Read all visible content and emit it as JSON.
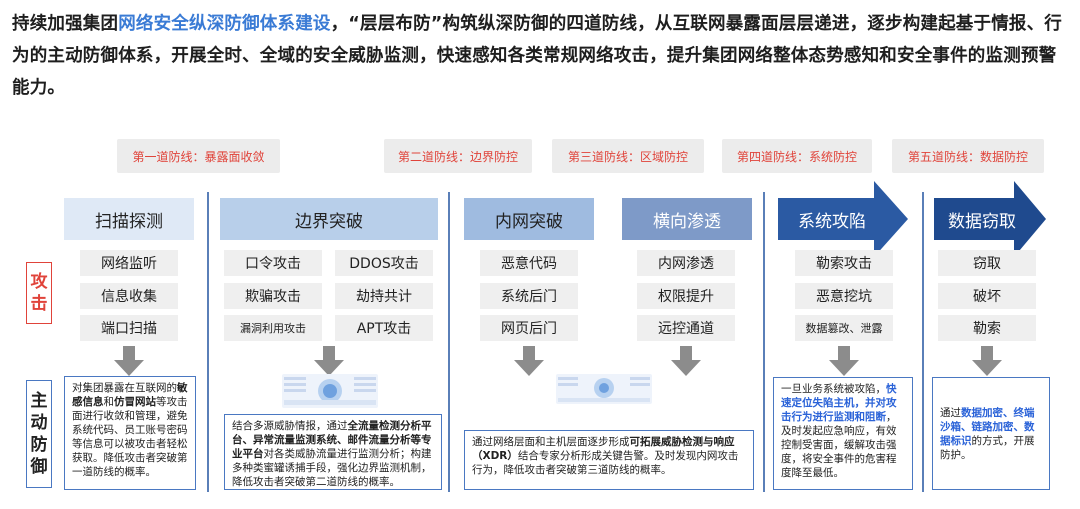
{
  "intro": {
    "p1": "持续加强集团",
    "p2": "网络安全纵深防御体系建设",
    "p3": "，“层层布防”构筑纵深防御的四道防线，从互联网暴露面层层递进，逐步构建起基于情报、行为的主动防御体系，开展全时、全域的安全威胁监测，快速感知各类常规网络攻击，提升集团网络整体态势感知和安全事件的监测预警能力。"
  },
  "defense_lines": [
    "第一道防线：暴露面收敛",
    "第二道防线：边界防控",
    "第三道防线：区域防控",
    "第四道防线：系统防控",
    "第五道防线：数据防控"
  ],
  "side": {
    "attack": [
      "攻",
      "击"
    ],
    "active": [
      "主",
      "动",
      "防",
      "御"
    ]
  },
  "columns": {
    "scan": {
      "title": "扫描探测",
      "items": [
        "网络监听",
        "信息收集",
        "端口扫描"
      ]
    },
    "border": {
      "title": "边界突破",
      "items": [
        "口令攻击",
        "DDOS攻击",
        "欺骗攻击",
        "劫持共计",
        "漏洞利用攻击",
        "APT攻击"
      ]
    },
    "intranet": {
      "title": "内网突破",
      "items": [
        "恶意代码",
        "系统后门",
        "网页后门"
      ]
    },
    "lateral": {
      "title": "横向渗透",
      "items": [
        "内网渗透",
        "权限提升",
        "远控通道"
      ]
    },
    "system": {
      "title": "系统攻陷",
      "items": [
        "勒索攻击",
        "恶意挖坑",
        "数据篡改、泄露"
      ]
    },
    "data": {
      "title": "数据窃取",
      "items": [
        "窃取",
        "破坏",
        "勒索"
      ]
    }
  },
  "desc": {
    "d1": [
      "对集团暴露在互联网的",
      "敏感信息",
      "和",
      "仿冒网站",
      "等攻击面进行收敛和管理，避免系统代码、员工账号密码等信息可以被攻击者轻松获取。降低攻击者突破第一道防线的概率。"
    ],
    "d2": [
      "结合多源威胁情报，通过",
      "全流量检测分析平台、异常流量监测系统、邮件流量分析等专业平台",
      "对各类威胁流量进行监测分析；构建多种类蜜罐诱捕手段，强化边界监测机制，降低攻击者突破第二道防线的概率。"
    ],
    "d3": [
      "通过网络层面和主机层面逐步形成",
      "可拓展威胁检测与响应（XDR）",
      "结合专家分析形成关键告警。及时发现内网攻击行为，降低攻击者突破第三道防线的概率。"
    ],
    "d4": [
      "一旦业务系统被攻陷，",
      "快速定位失陷主机，并对攻击行为进行监测和阻断",
      "，及时发起应急响应，有效控制受害面，缓解攻击强度，将安全事件的危害程度降至最低。"
    ],
    "d5": [
      "通过",
      "数据加密、终端沙箱、链路加密、数据标识",
      "的方式，开展防护。"
    ]
  },
  "colors": {
    "accent_blue": "#3a7bd5",
    "alert_red": "#e0433a",
    "frame_blue": "#4a78c2",
    "arrow_navy": "#1f4a8e"
  }
}
